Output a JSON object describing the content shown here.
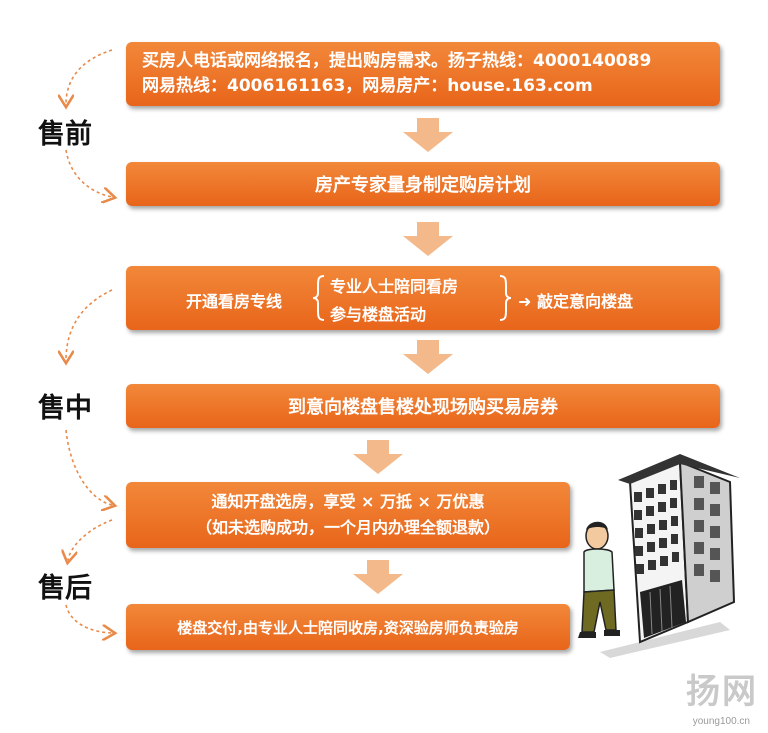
{
  "stages": {
    "pre": "售前",
    "mid": "售中",
    "post": "售后"
  },
  "steps": {
    "s1_line1": "买房人电话或网络报名，提出购房需求。扬子热线：4000140089",
    "s1_line2": "网易热线：4006161163，网易房产：house.163.com",
    "s2": "房产专家量身制定购房计划",
    "s3_prefix": "开通看房专线",
    "s3_opt1": "专业人士陪同看房",
    "s3_opt2": "参与楼盘活动",
    "s3_suffix": "➜ 敲定意向楼盘",
    "s4": "到意向楼盘售楼处现场购买易房券",
    "s5_line1": "通知开盘选房，享受 × 万抵 × 万优惠",
    "s5_line2": "（如未选购成功，一个月内办理全额退款）",
    "s6": "楼盘交付,由专业人士陪同收房,资深验房师负责验房"
  },
  "watermark": {
    "mark": "扬网",
    "url": "young100.cn"
  },
  "colors": {
    "box_top": "#f2883a",
    "box_bottom": "#e8651a",
    "down_arrow": "#f3b98a",
    "curve": "#e88a4a"
  }
}
